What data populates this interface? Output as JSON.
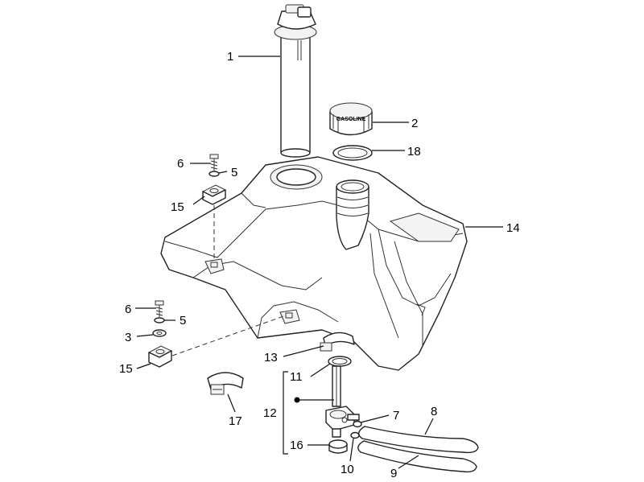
{
  "callouts": {
    "c1": "1",
    "c2": "2",
    "c3": "3",
    "c5a": "5",
    "c5b": "5",
    "c6a": "6",
    "c6b": "6",
    "c7": "7",
    "c8": "8",
    "c9": "9",
    "c10": "10",
    "c11": "11",
    "c12": "12",
    "c13": "13",
    "c14": "14",
    "c15a": "15",
    "c15b": "15",
    "c16": "16",
    "c17": "17",
    "c18": "18"
  },
  "cap_label": "GASOLINE"
}
